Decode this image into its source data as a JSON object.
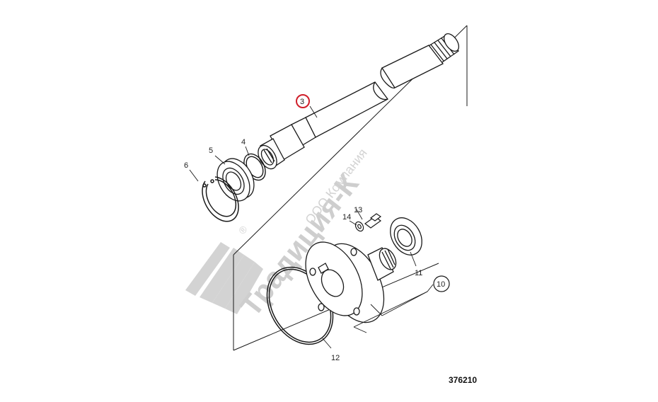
{
  "diagram": {
    "drawing_number": "376210",
    "colors": {
      "line": "#1a1a1a",
      "highlight": "#d01f2a",
      "watermark": "#c9c9c9"
    },
    "callouts": [
      {
        "id": "3",
        "label": "3",
        "highlighted": true,
        "circled": true
      },
      {
        "id": "4",
        "label": "4"
      },
      {
        "id": "5",
        "label": "5"
      },
      {
        "id": "6",
        "label": "6"
      },
      {
        "id": "10",
        "label": "10",
        "circled": true
      },
      {
        "id": "11",
        "label": "11"
      },
      {
        "id": "12",
        "label": "12"
      },
      {
        "id": "13",
        "label": "13"
      },
      {
        "id": "14",
        "label": "14"
      }
    ],
    "watermark": {
      "brand": "Традиция-К",
      "company": "ООО Компания",
      "registered": "®"
    }
  }
}
